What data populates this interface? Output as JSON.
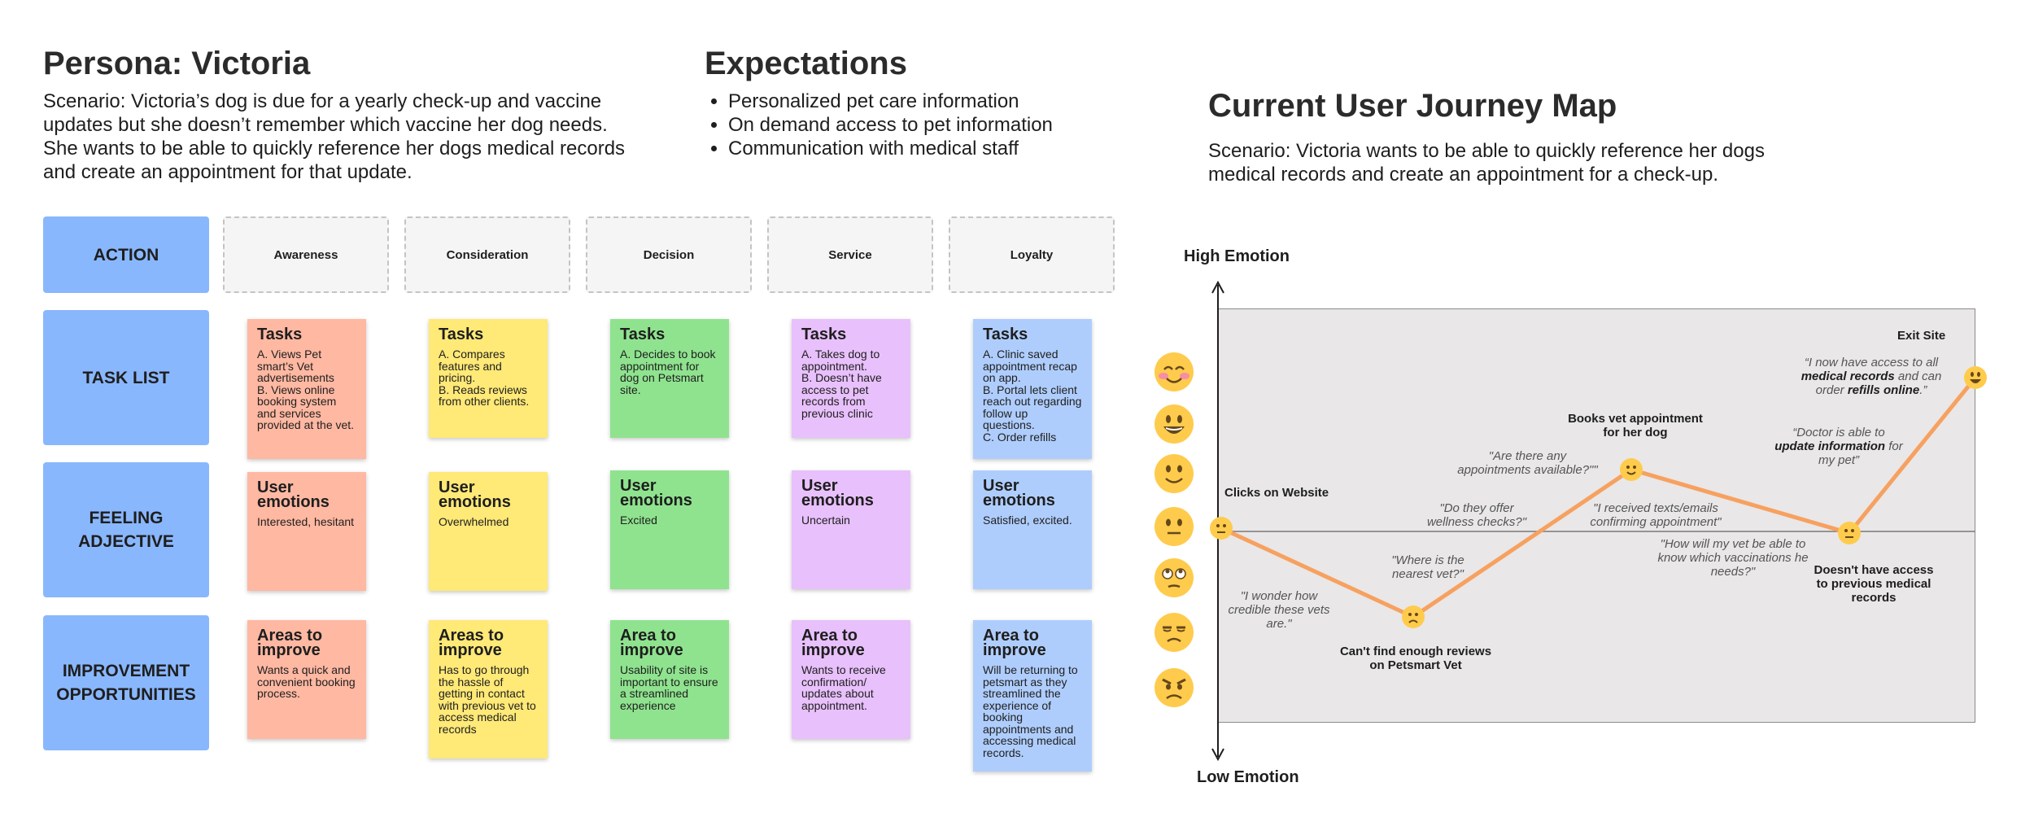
{
  "persona": {
    "title": "Persona: Victoria",
    "scenario": "Scenario: Victoria’s dog is due for a yearly check-up and vaccine updates but she doesn’t remember which vaccine her dog needs. She wants to be able to quickly reference her dogs medical records and create an appointment for that update."
  },
  "expectations": {
    "title": "Expectations",
    "items": [
      "Personalized pet care information",
      "On demand access to pet information",
      "Communication with medical staff"
    ]
  },
  "journey": {
    "title": "Current User Journey Map",
    "scenario": "Scenario: Victoria wants to be able to quickly reference her dogs medical records and create an appointment for a check-up."
  },
  "grid": {
    "row_labels": [
      "ACTION",
      "TASK LIST",
      "FEELING ADJECTIVE",
      "IMPROVEMENT OPPORTUNITIES"
    ],
    "stages": [
      "Awareness",
      "Consideration",
      "Decision",
      "Service",
      "Loyalty"
    ],
    "tasks": [
      {
        "heading": "Tasks",
        "body": "A. Views Pet smart’s Vet advertisements\nB. Views online booking system and services provided at the vet."
      },
      {
        "heading": "Tasks",
        "body": "A. Compares features and pricing.\nB. Reads reviews from other clients."
      },
      {
        "heading": "Tasks",
        "body": "A. Decides to book appointment for dog on Petsmart site."
      },
      {
        "heading": "Tasks",
        "body": "A. Takes dog to appointment.\nB. Doesn’t have access to pet records from previous clinic"
      },
      {
        "heading": "Tasks",
        "body": "A. Clinic saved appointment recap on app.\nB. Portal lets client reach out regarding follow up questions.\nC. Order refills"
      }
    ],
    "emotions": [
      {
        "heading": "User emotions",
        "body": "Interested, hesitant"
      },
      {
        "heading": "User emotions",
        "body": "Overwhelmed"
      },
      {
        "heading": "User emotions",
        "body": "Excited"
      },
      {
        "heading": "User emotions",
        "body": "Uncertain"
      },
      {
        "heading": "User emotions",
        "body": "Satisfied, excited."
      }
    ],
    "improvements": [
      {
        "heading": "Areas to improve",
        "body": "Wants a quick and convenient booking process."
      },
      {
        "heading": "Areas to improve",
        "body": "Has to go through the hassle of getting in contact with previous vet to access medical records"
      },
      {
        "heading": "Area to improve",
        "body": "Usability of site is important to ensure a streamlined experience"
      },
      {
        "heading": "Area to improve",
        "body": "Wants to receive confirmation/ updates about appointment."
      },
      {
        "heading": "Area to improve",
        "body": "Will be returning to petsmart as they streamlined the experience of booking appointments and accessing medical records."
      }
    ],
    "colors": [
      "#ffb8a2",
      "#ffe977",
      "#8fe38f",
      "#e8c0fb",
      "#afcdfc"
    ]
  },
  "chart_data": {
    "type": "line",
    "y_high_label": "High Emotion",
    "y_low_label": "Low Emotion",
    "emotion_scale_icons": [
      "blushing-face-icon",
      "grinning-face-icon",
      "slightly-smiling-face-icon",
      "neutral-face-icon",
      "eye-roll-face-icon",
      "unamused-face-icon",
      "angry-face-icon"
    ],
    "line_color": "#f7a160",
    "points": [
      {
        "label": "Clicks on Website",
        "emotion": "neutral-face-icon"
      },
      {
        "label": "Can't find enough reviews on Petsmart Vet",
        "emotion": "frowning-face-icon"
      },
      {
        "label": "Books vet appointment for her dog",
        "emotion": "slightly-smiling-face-icon"
      },
      {
        "label": "Doesn't have access to previous medical records",
        "emotion": "neutral-face-icon"
      },
      {
        "label": "Exit Site",
        "emotion": "grinning-face-icon"
      }
    ],
    "quotes": [
      "\"I wonder how credible these vets are.\"",
      "\"Where is the nearest vet?\"",
      "\"Do they offer wellness checks?\"",
      "\"Are there any appointments available?\"\"",
      "\"I received texts/emails confirming appointment\"",
      "\"How will my vet be able to know which vaccinations he needs?\"",
      "\"Doctor is able to update information for my pet\"",
      "\"I now have access to all medical records and can order refills online.\""
    ]
  }
}
